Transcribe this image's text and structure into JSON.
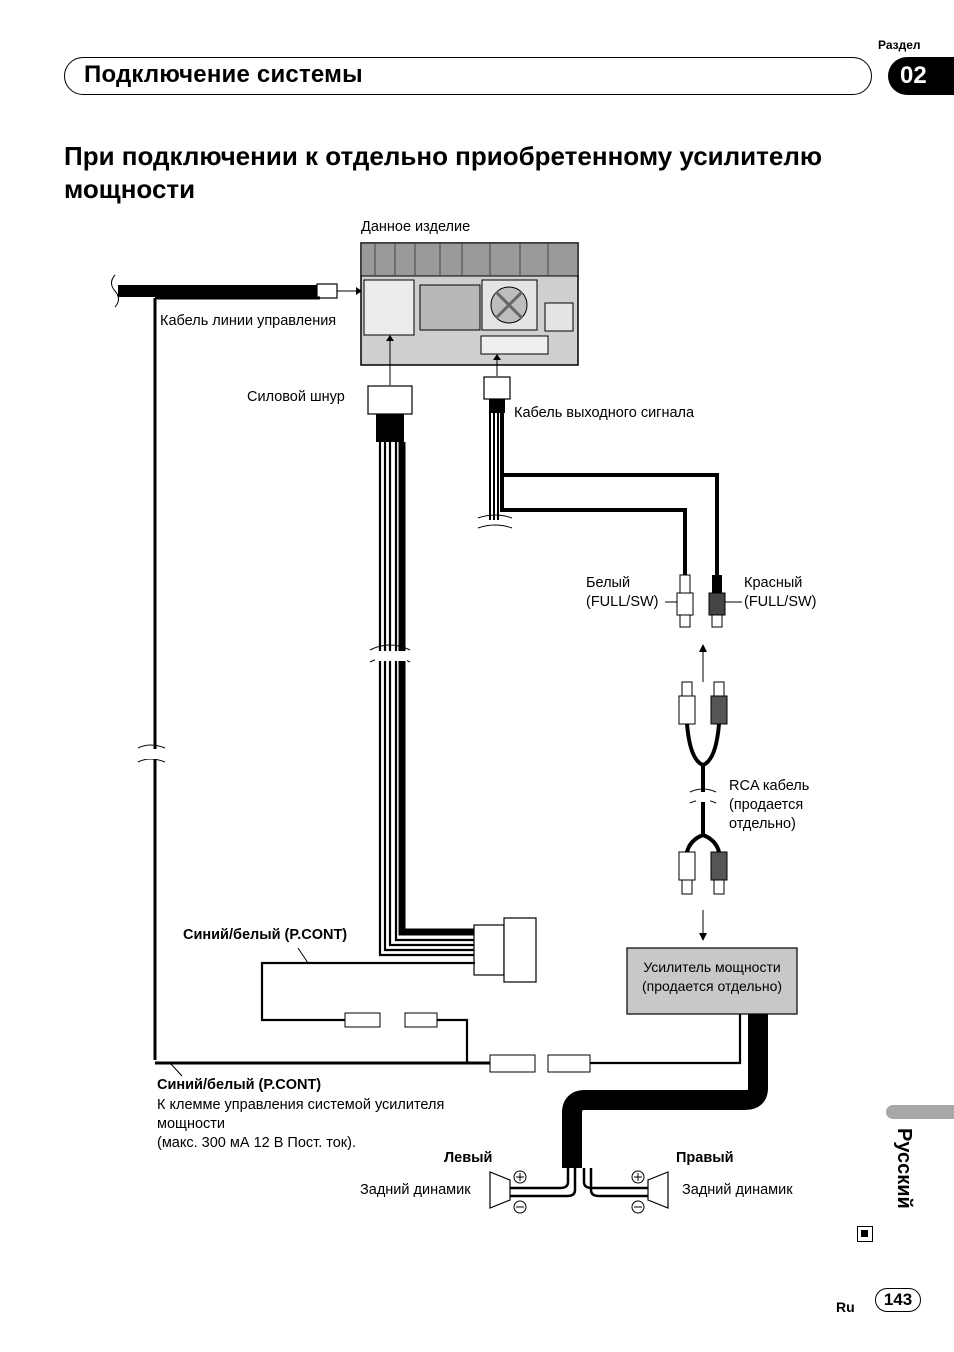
{
  "header": {
    "section_label": "Раздел",
    "section_number": "02",
    "chapter_title": "Подключение системы"
  },
  "page_title": "При подключении к отдельно приобретенному усилителю мощности",
  "diagram": {
    "product_label": "Данное изделие",
    "control_cable_label": "Кабель линии управления",
    "power_cord_label": "Силовой шнур",
    "output_cable_label": "Кабель выходного сигнала",
    "white_label_1": "Белый",
    "white_label_2": "(FULL/SW)",
    "red_label_1": "Красный",
    "red_label_2": "(FULL/SW)",
    "rca_label_1": "RCA кабель",
    "rca_label_2": "(продается",
    "rca_label_3": "отдельно)",
    "pcont_label_top": "Синий/белый (P.CONT)",
    "amp_label_1": "Усилитель мощности",
    "amp_label_2": "(продается отдельно)",
    "pcont_label_bottom": "Синий/белый (P.CONT)",
    "pcont_desc_1": "К клемме управления системой усилителя",
    "pcont_desc_2": "мощности",
    "pcont_desc_3": "(макс. 300 мА 12 В Пост. ток).",
    "left_label": "Левый",
    "right_label": "Правый",
    "rear_speaker_left": "Задний динамик",
    "rear_speaker_right": "Задний динамик"
  },
  "sidebar": {
    "language": "Русский"
  },
  "footer": {
    "lang_code": "Ru",
    "page_number": "143"
  }
}
